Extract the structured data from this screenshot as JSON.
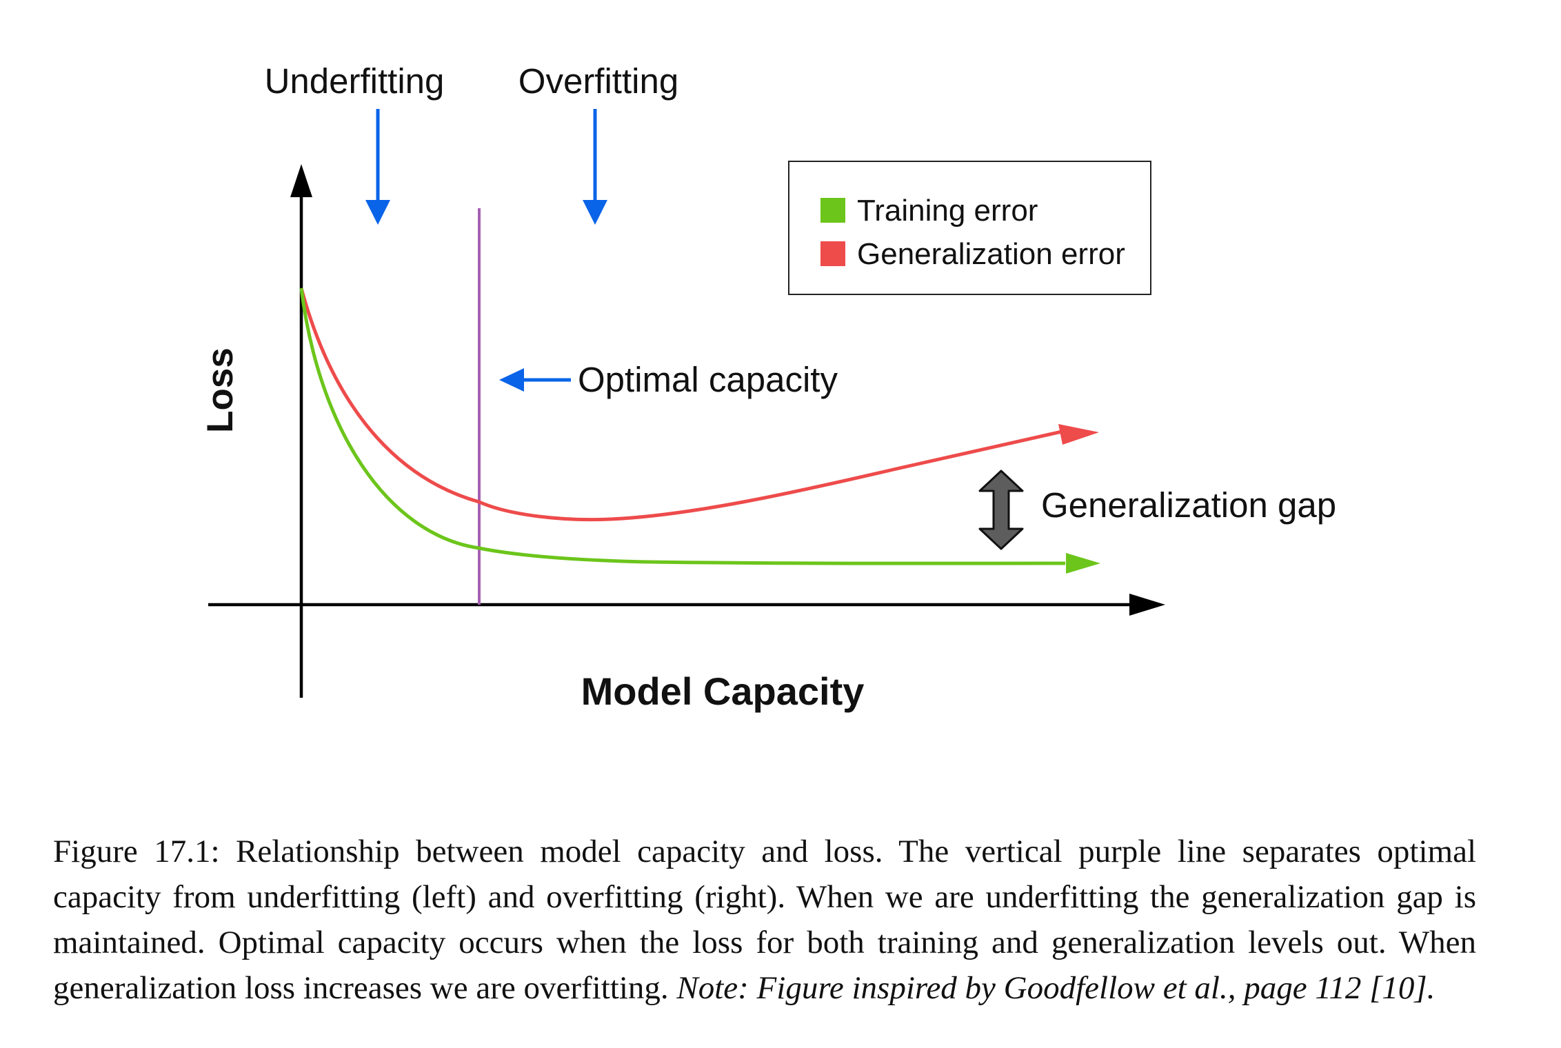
{
  "figure": {
    "labels": {
      "underfitting": "Underfitting",
      "overfitting": "Overfitting",
      "optimal_capacity": "Optimal capacity",
      "generalization_gap": "Generalization gap",
      "y_axis": "Loss",
      "x_axis": "Model Capacity"
    },
    "legend": [
      {
        "label": "Training error",
        "color": "#6cc51b"
      },
      {
        "label": "Generalization error",
        "color": "#ee4b4b"
      }
    ],
    "colors": {
      "training_curve": "#6cc51b",
      "generalization_curve": "#ee4b4b",
      "optimal_line": "#a65fb3",
      "indicator_arrows": "#0a64e8",
      "gap_arrow": "#5d5d5d",
      "axes": "#000000"
    },
    "icons": {
      "underfitting_arrow": "arrow-down-icon",
      "overfitting_arrow": "arrow-down-icon",
      "optimal_arrow": "arrow-left-icon",
      "gap_arrow": "double-arrow-vertical-icon"
    }
  },
  "caption": {
    "main": "Figure 17.1: Relationship between model capacity and loss. The vertical purple line separates optimal capacity from underfitting (left) and overfitting (right). When we are underfitting the generalization gap is maintained. Optimal capacity occurs when the loss for both training and generalization levels out. When generalization loss increases we are overfitting.",
    "note": "Note: Figure inspired by Goodfellow et al., page 112 [10]."
  }
}
